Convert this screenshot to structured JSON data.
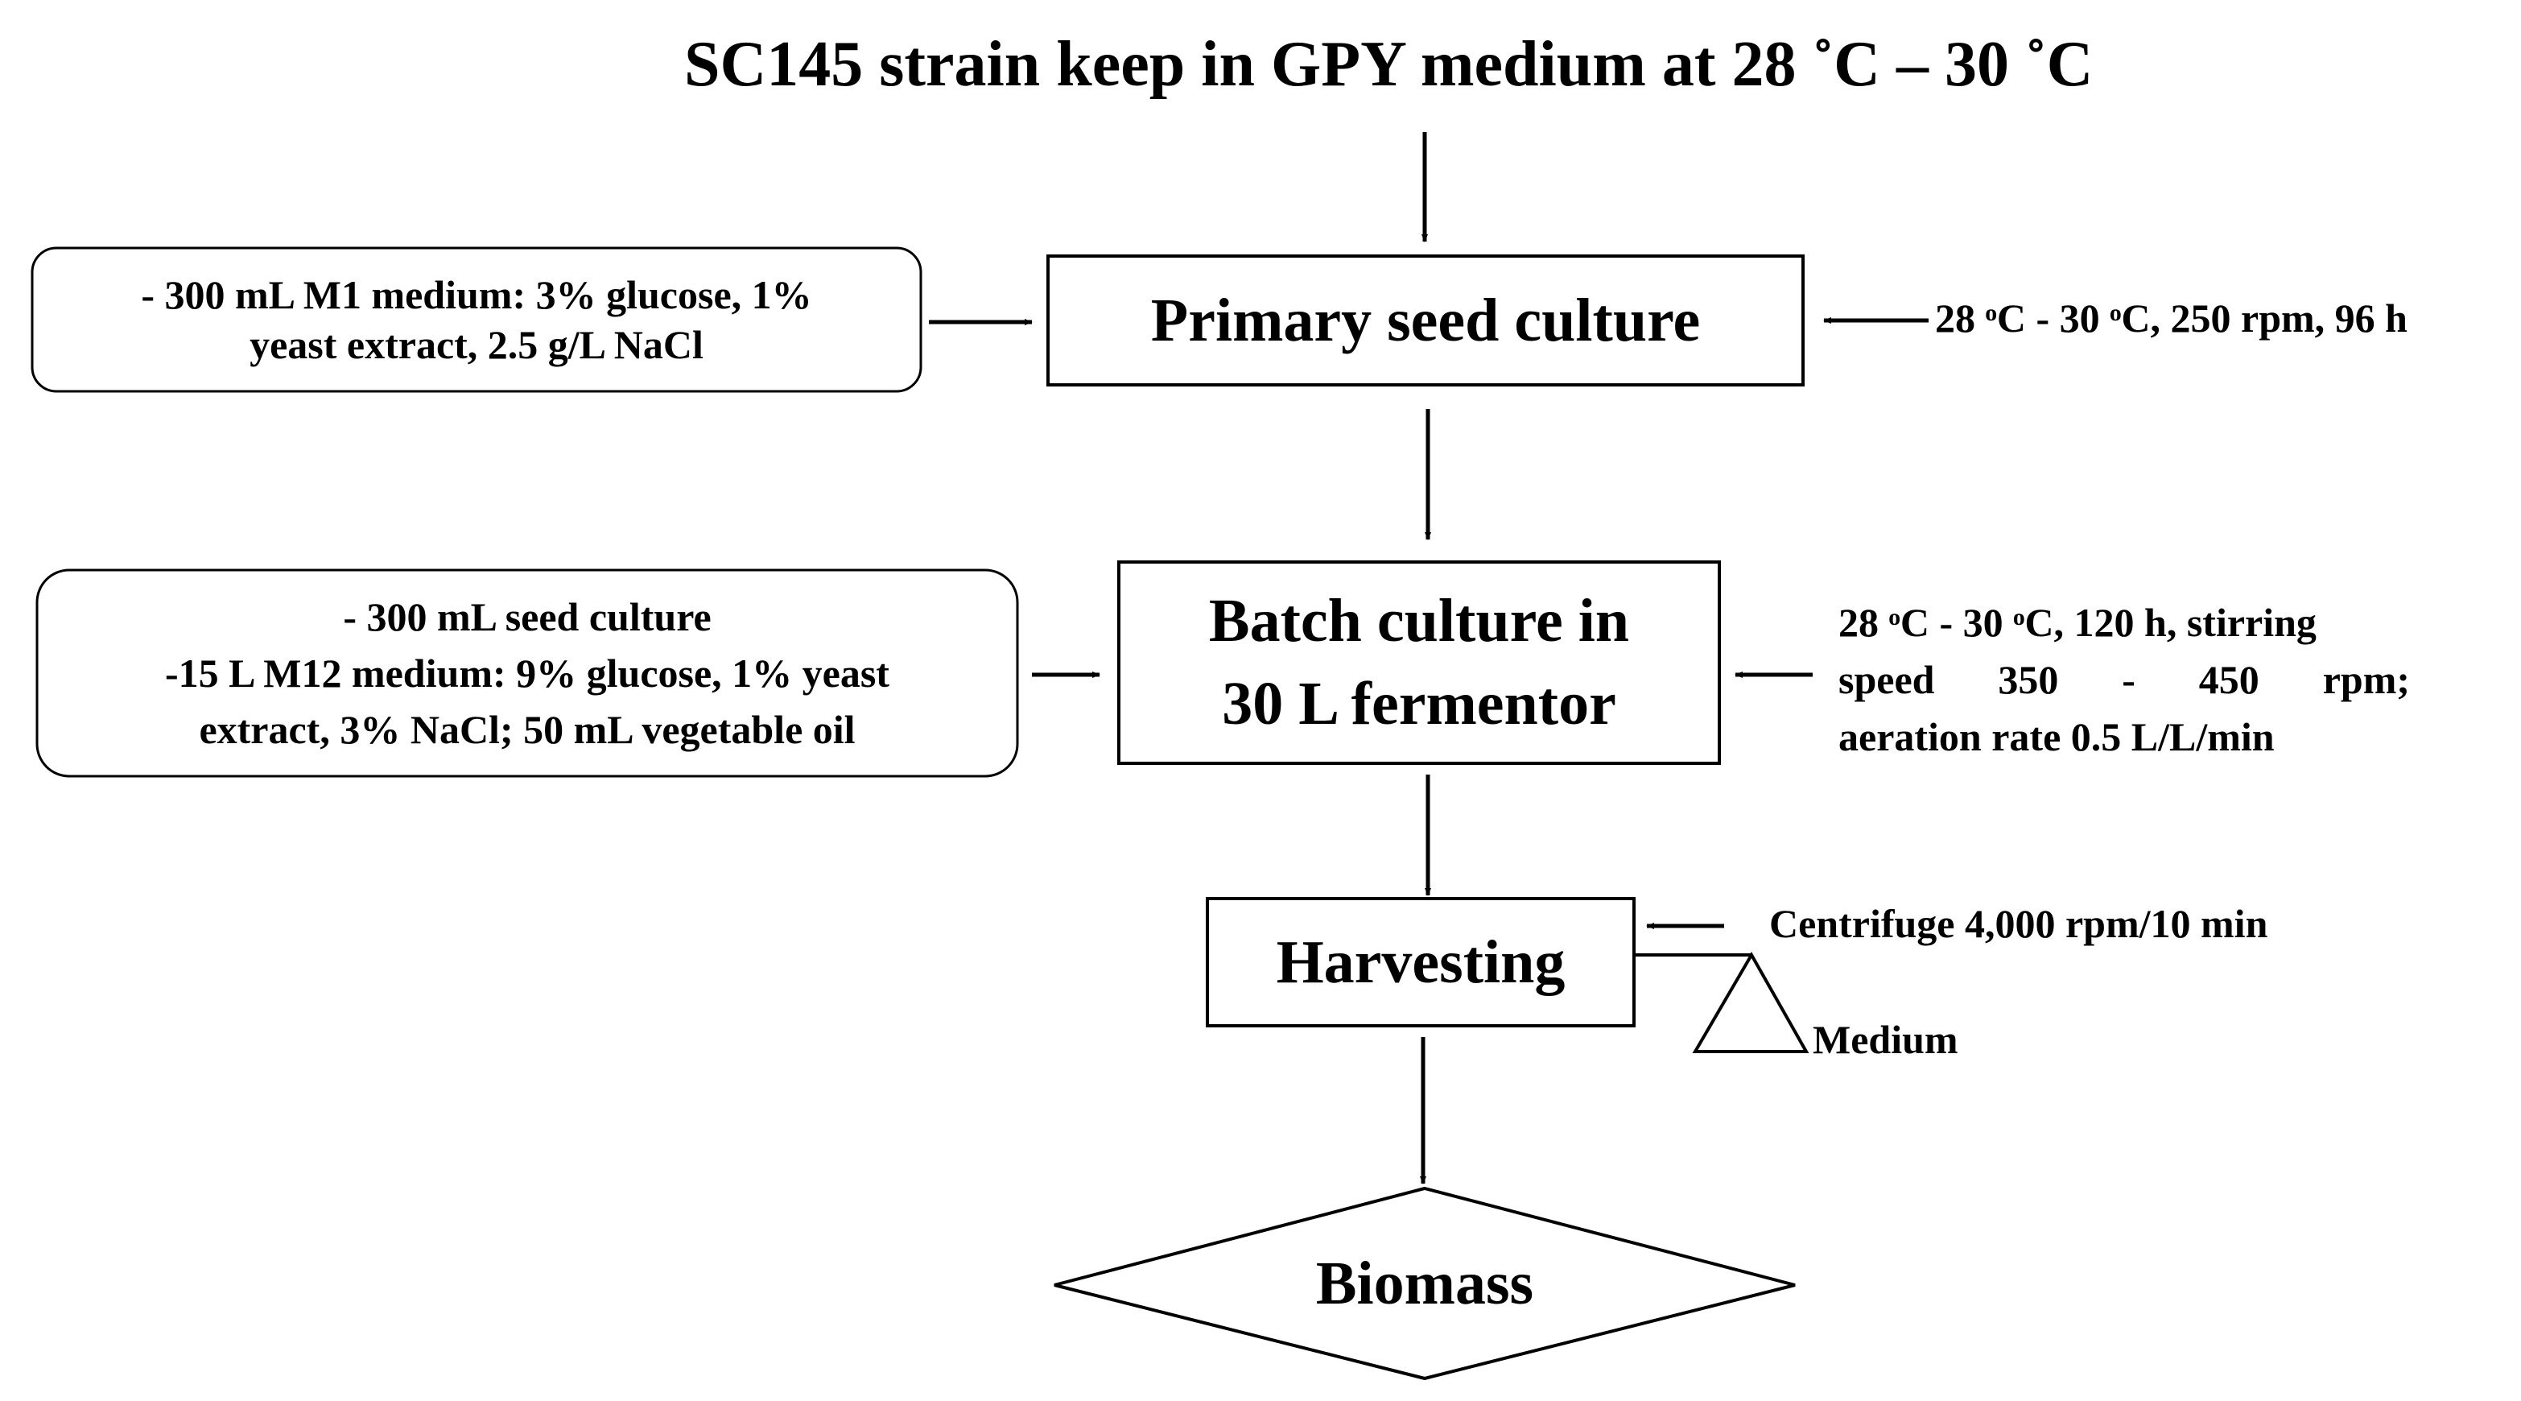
{
  "colors": {
    "stroke": "#000000",
    "background": "#ffffff",
    "text": "#000000"
  },
  "title": "SC145 strain keep in GPY medium at 28 ˚C – 30 ˚C",
  "steps": {
    "primary": "Primary seed culture",
    "batch_line1": "Batch culture in",
    "batch_line2": "30 L fermentor",
    "harvest": "Harvesting",
    "biomass": "Biomass"
  },
  "inputs": {
    "primary_line1": "- 300 mL M1 medium:  3% glucose, 1%",
    "primary_line2": "yeast extract, 2.5 g/L NaCl",
    "batch_line1": "- 300 mL seed culture",
    "batch_line2": "-15 L M12 medium:  9% glucose, 1% yeast",
    "batch_line3": "extract, 3% NaCl; 50 mL vegetable oil"
  },
  "conditions": {
    "primary": "28 ᵒC - 30 ᵒC, 250 rpm,  96 h",
    "batch_line1": "28 ᵒC - 30 ᵒC, 120 h, stirring",
    "batch_line2_words": [
      "speed",
      "350",
      "-",
      "450",
      "rpm;"
    ],
    "batch_line3": "aeration rate 0.5 L/L/min",
    "harvest": "Centrifuge  4,000 rpm/10  min"
  },
  "outputs": {
    "medium": "Medium"
  }
}
